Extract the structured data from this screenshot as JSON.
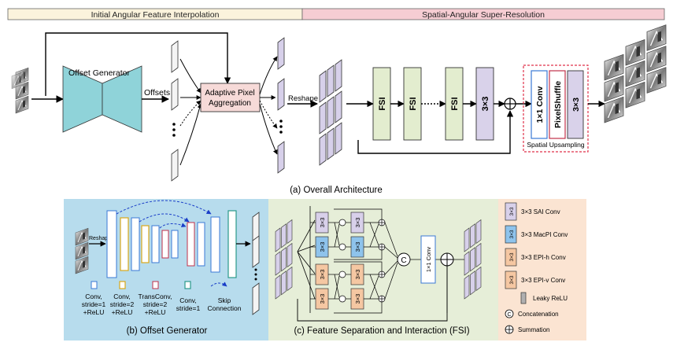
{
  "header": {
    "left_title": "Initial Angular Feature Interpolation",
    "right_title": "Spatial-Angular Super-Resolution"
  },
  "top": {
    "offset_generator": "Offset Generator",
    "offsets": "Offsets",
    "adaptive_line1": "Adaptive Pixel",
    "adaptive_line2": "Aggregation",
    "reshape": "Reshape",
    "fsi": "FSI",
    "conv3x3": "3×3",
    "conv1x1": "1×1 Conv",
    "pixelshuffle": "PixelShuffle",
    "spatial_upsampling": "Spatial Upsampling",
    "caption": "(a) Overall Architecture"
  },
  "offset_gen": {
    "reshape": "Reshape",
    "legend": [
      {
        "l1": "Conv,",
        "l2": "stride=1",
        "l3": "+ReLU"
      },
      {
        "l1": "Conv,",
        "l2": "stride=2",
        "l3": "+ReLU"
      },
      {
        "l1": "TransConv,",
        "l2": "stride=2",
        "l3": "+ReLU"
      },
      {
        "l1": "Conv,",
        "l2": "stride=1",
        "l3": ""
      }
    ],
    "skip_l1": "Skip",
    "skip_l2": "Connection",
    "caption": "(b) Offset Generator"
  },
  "fsi": {
    "block": "3×3",
    "conv1x1": "1×1 Conv",
    "concat_symbol": "C",
    "caption": "(c) Feature Separation and Interaction (FSI)"
  },
  "legend": {
    "sai": "3×3 SAI Conv",
    "macpi": "3×3 MacPI Conv",
    "epih": "3×3 EPI-h Conv",
    "epiv": "3×3 EPI-v Conv",
    "relu": "Leaky ReLU",
    "concat": "Concatenation",
    "sum": "Summation",
    "block": "3×3"
  },
  "colors": {
    "header_left": "#fbf3dc",
    "header_right": "#f6cdd3",
    "offset_gen": "#8fd3d9",
    "adaptive": "#f6dad8",
    "fsi_green": "#e3edcf",
    "conv_purple": "#d9d2ea",
    "panel_b": "#b7dced",
    "panel_c": "#e6eed8",
    "panel_legend": "#fbe4d2",
    "sai": "#d8d0ea",
    "macpi": "#8ec3ec",
    "epi": "#f5c7a2",
    "accent_red": "#e0314a"
  }
}
